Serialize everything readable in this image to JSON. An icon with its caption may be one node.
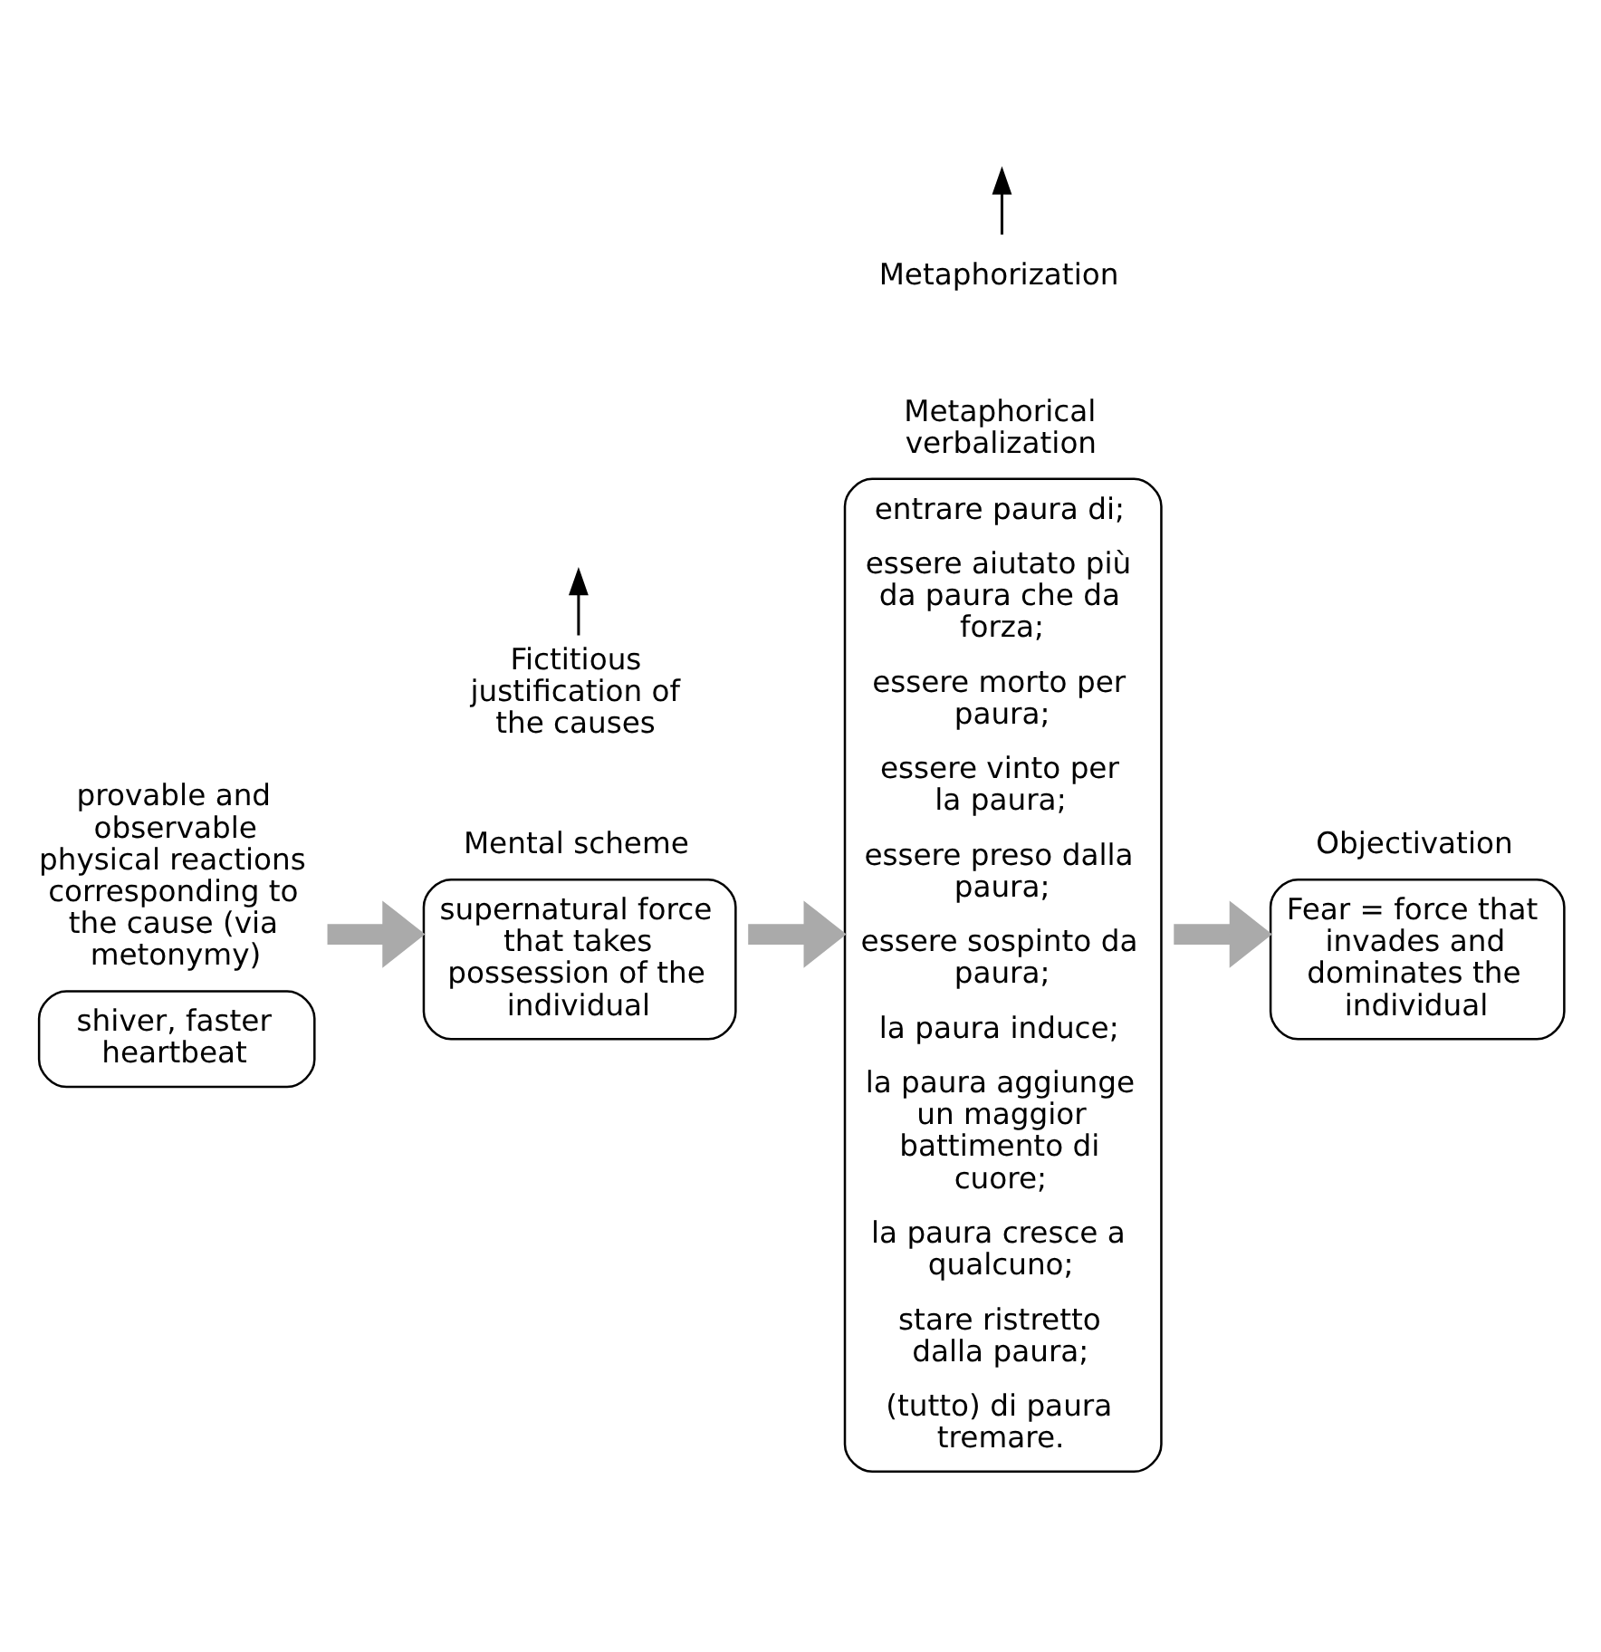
{
  "diagram": {
    "nodes": [
      {
        "text": [
          "provable and observable physical reactions corresponding to the cause (via metonymy)",
          "shiver, faster heartbeat"
        ]
      },
      {
        "text": [
          "Mental scheme",
          "supernatural force that takes possession of the individual"
        ]
      },
      {
        "text": [
          "Metaphorical verbalization",
          "entrare paura di;",
          "essere aiutato più da paura che da forza;",
          "essere morto per paura;",
          "essere vinto per la paura;",
          "essere preso dalla paura;",
          "essere sospinto da paura;",
          "la paura induce;",
          "la paura aggiunge un maggior battimento di cuore;",
          "la paura cresce a qualcuno;",
          "stare ristretto dalla paura;",
          "(tutto) di paura tremare."
        ]
      },
      {
        "text": [
          "Objectivation",
          "Fear = force that invades and dominates the individual"
        ]
      },
      {
        "text": [
          "Fictitious justification of the causes"
        ]
      },
      {
        "text": [
          "Metaphorization"
        ]
      }
    ],
    "edges": [
      {
        "from": 0,
        "to": 1,
        "arrow": "to"
      },
      {
        "from": 1,
        "to": 2,
        "arrow": "to"
      },
      {
        "from": 2,
        "to": 3,
        "arrow": "to"
      },
      {
        "from": 4,
        "to": null,
        "arrow": "to",
        "color": "#000000"
      },
      {
        "from": 5,
        "to": null,
        "arrow": "to",
        "color": "#000000"
      }
    ]
  }
}
